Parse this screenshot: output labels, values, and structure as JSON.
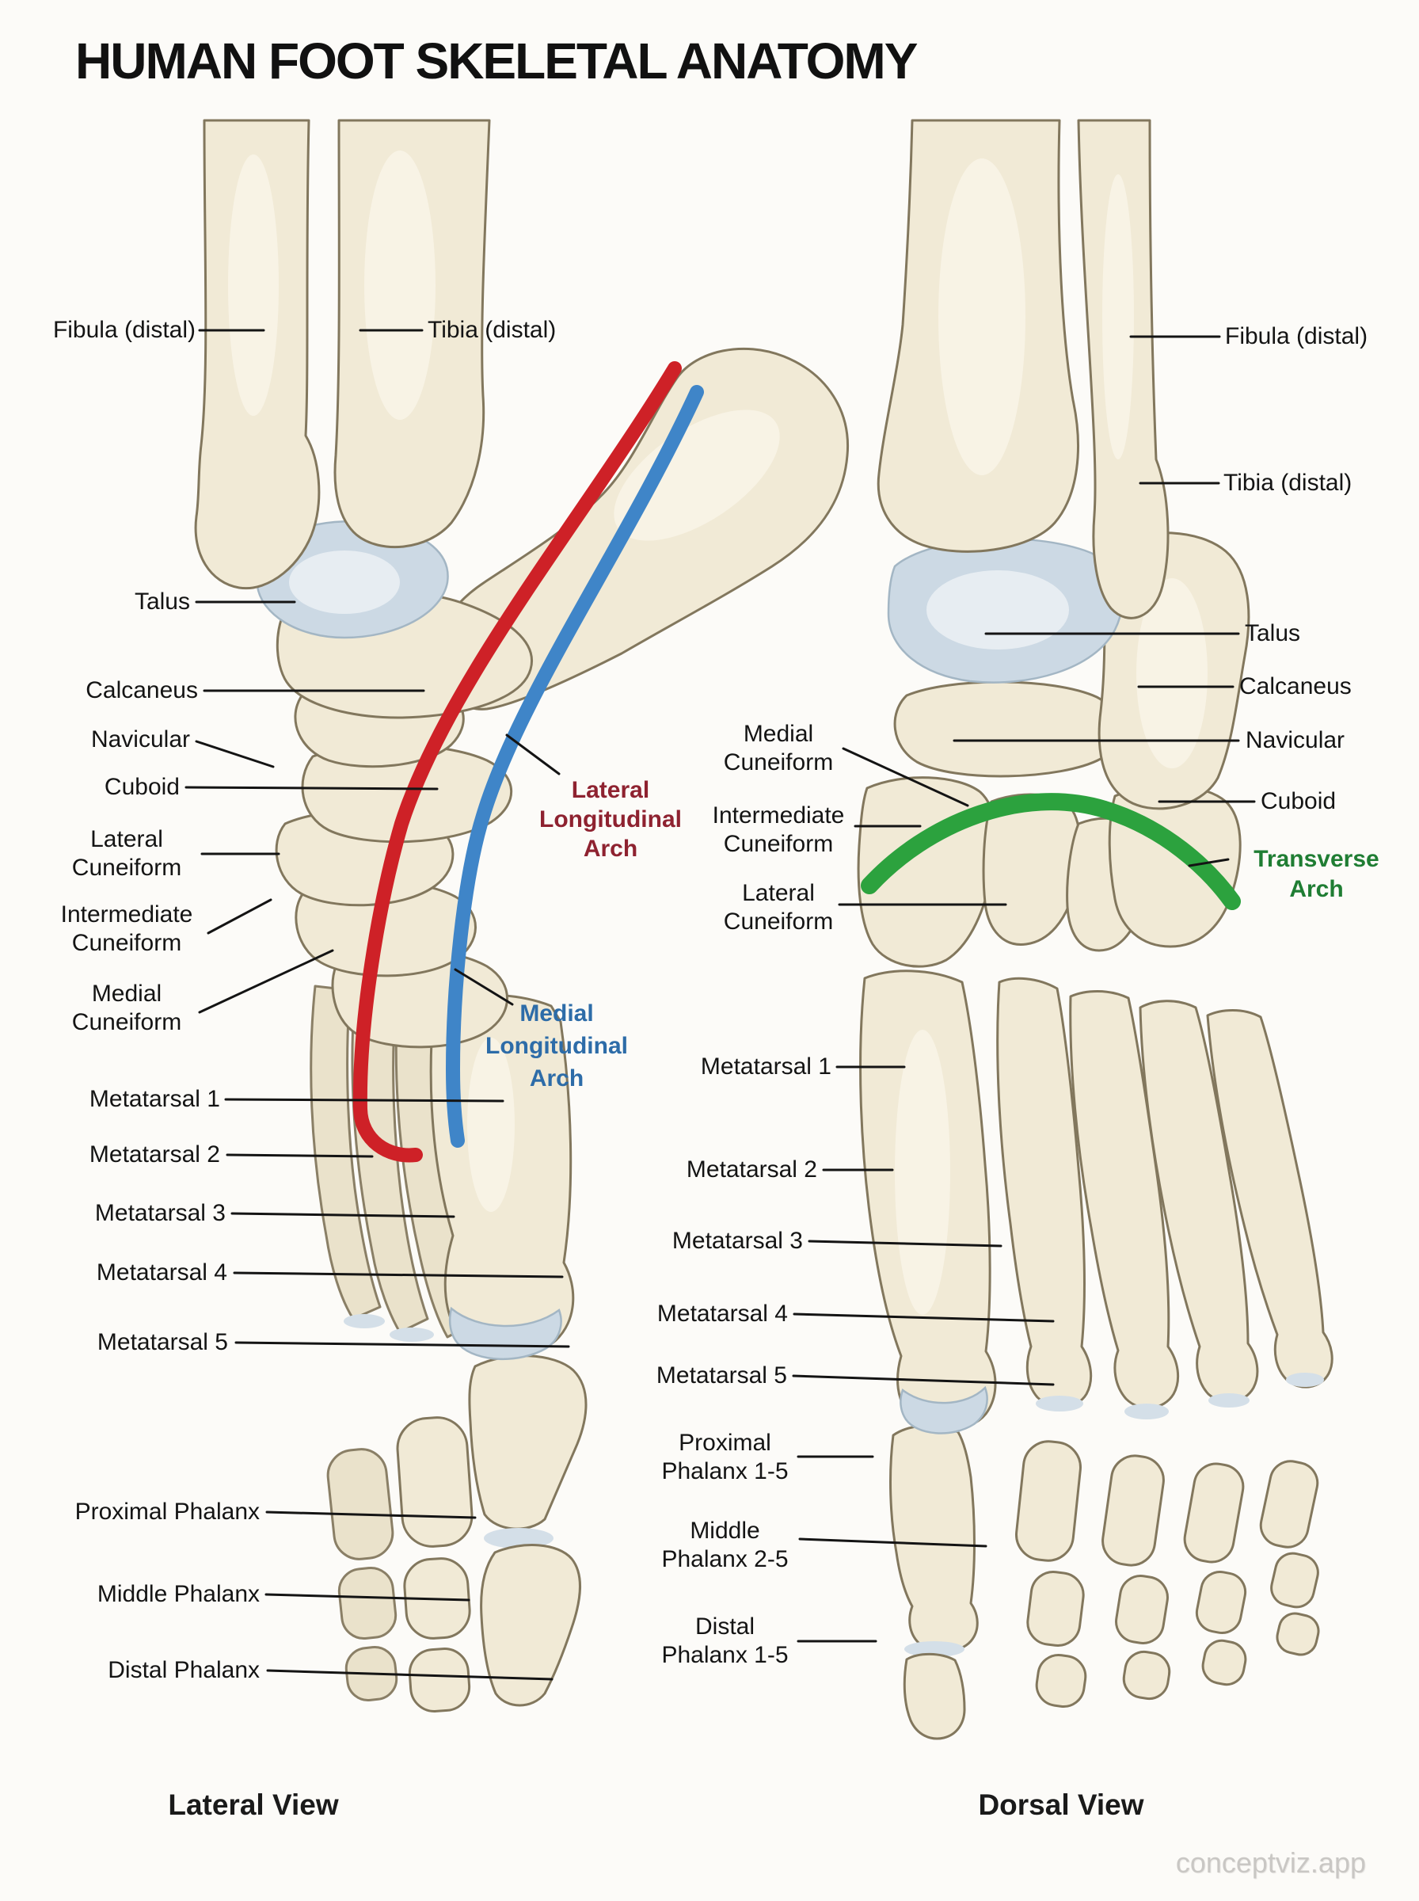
{
  "title": "HUMAN FOOT SKELETAL ANATOMY",
  "watermark": "conceptviz.app",
  "lateral_view": {
    "caption": "Lateral View",
    "labels": {
      "fibula": "Fibula (distal)",
      "tibia": "Tibia (distal)",
      "talus": "Talus",
      "calcaneus": "Calcaneus",
      "navicular": "Navicular",
      "cuboid": "Cuboid",
      "lateral_cuneiform": "Lateral\nCuneiform",
      "intermediate_cuneiform": "Intermediate\nCuneiform",
      "medial_cuneiform": "Medial\nCuneiform",
      "metatarsal_1": "Metatarsal 1",
      "metatarsal_2": "Metatarsal 2",
      "metatarsal_3": "Metatarsal 3",
      "metatarsal_4": "Metatarsal 4",
      "metatarsal_5": "Metatarsal 5",
      "proximal_phalanx": "Proximal Phalanx",
      "middle_phalanx": "Middle Phalanx",
      "distal_phalanx": "Distal Phalanx",
      "lateral_longitudinal_arch": "Lateral\nLongitudinal\nArch",
      "medial_longitudinal_arch": "Medial\nLongitudinal\nArch"
    }
  },
  "dorsal_view": {
    "caption": "Dorsal View",
    "labels": {
      "fibula": "Fibula (distal)",
      "tibia": "Tibia (distal)",
      "talus": "Talus",
      "calcaneus": "Calcaneus",
      "navicular": "Navicular",
      "cuboid": "Cuboid",
      "medial_cuneiform": "Medial\nCuneiform",
      "intermediate_cuneiform": "Intermediate\nCuneiform",
      "lateral_cuneiform": "Lateral\nCuneiform",
      "metatarsal_1": "Metatarsal 1",
      "metatarsal_2": "Metatarsal 2",
      "metatarsal_3": "Metatarsal 3",
      "metatarsal_4": "Metatarsal 4",
      "metatarsal_5": "Metatarsal 5",
      "proximal_phalanx": "Proximal\nPhalanx 1-5",
      "middle_phalanx": "Middle\nPhalanx 2-5",
      "distal_phalanx": "Distal\nPhalanx 1-5",
      "transverse_arch": "Transverse\nArch"
    }
  },
  "colors": {
    "background": "#fcfbf8",
    "bone_fill": "#f1ead6",
    "bone_outline": "#82775d",
    "cartilage": "#ccd9e4",
    "label_text": "#141414",
    "lateral_longitudinal_arch_curve": "#ce2127",
    "medial_longitudinal_arch_curve": "#3f85c8",
    "transverse_arch_curve": "#2ca23e",
    "lateral_longitudinal_arch_label": "#8e2230",
    "medial_longitudinal_arch_label": "#2d6ca8",
    "transverse_arch_label": "#1f7d33",
    "watermark": "#c9c7c4"
  }
}
